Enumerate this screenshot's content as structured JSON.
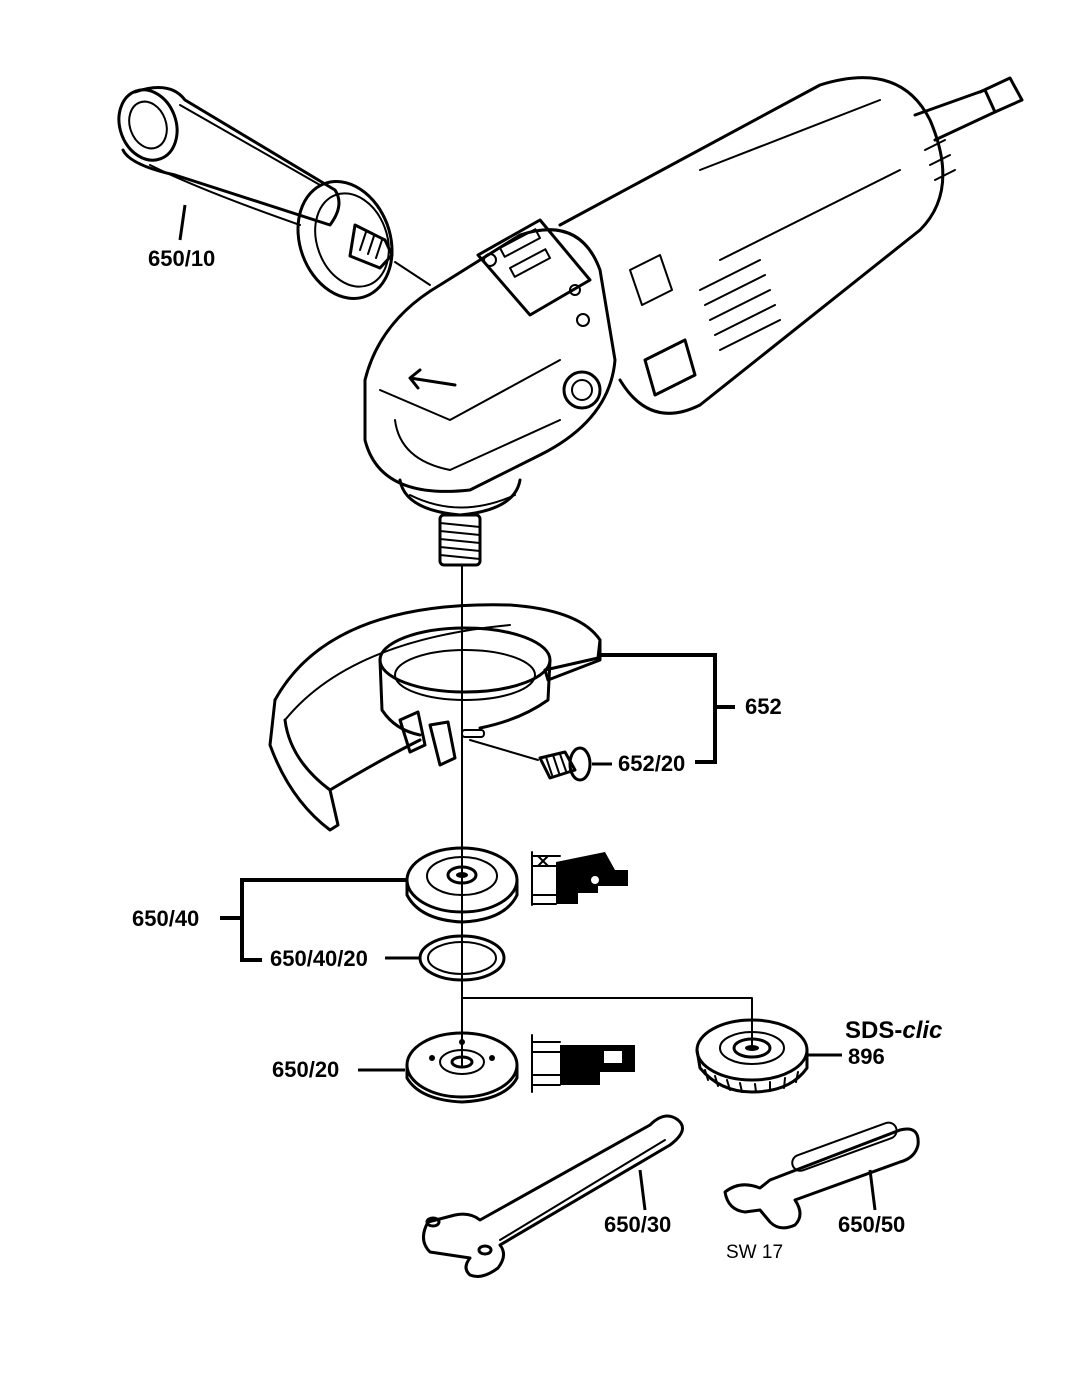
{
  "labels": {
    "handle": "650/10",
    "guard": "652",
    "guard_screw": "652/20",
    "clamp_flange_group": "650/40",
    "o_ring": "650/40/20",
    "mounting_flange": "650/20",
    "quick_nut_brand_prefix": "SDS-",
    "quick_nut_brand_suffix": "clic",
    "quick_nut": "896",
    "pin_wrench": "650/30",
    "open_wrench": "650/50",
    "open_wrench_size": "SW 17"
  },
  "colors": {
    "line": "#000000",
    "background": "#ffffff"
  }
}
